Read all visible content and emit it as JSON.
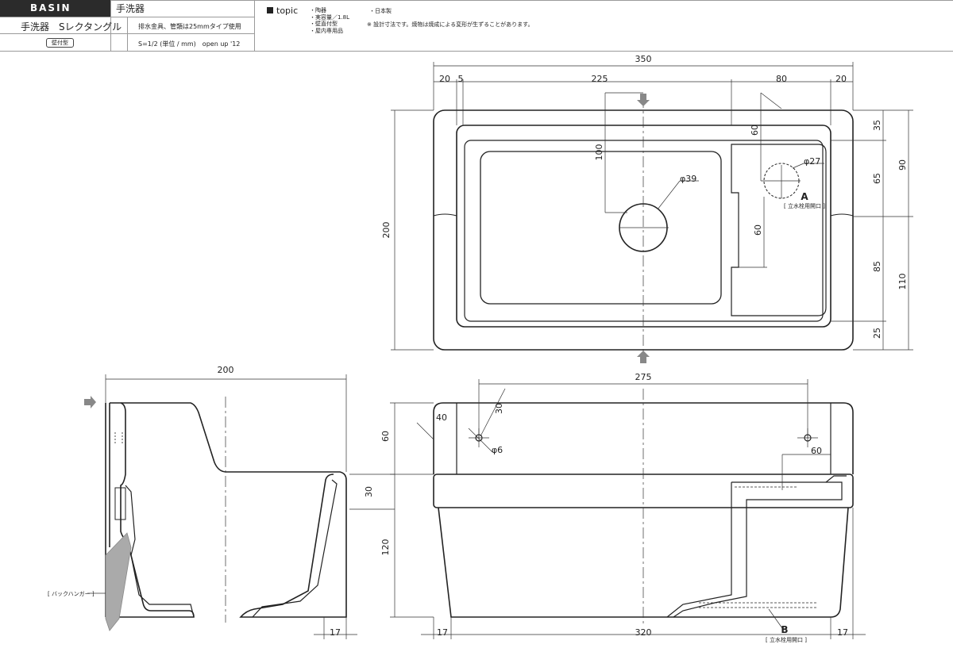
{
  "header": {
    "brand": "BASIN",
    "category": "手洗器",
    "product_name": "手洗器　Sレクタングル",
    "spec_note": "排水金具、管類は25mmタイプ使用",
    "mount_type": "壁付型",
    "scale": "S=1/2 (単位 / mm)　open up '12",
    "topic_label": "topic",
    "topic_items": [
      "・陶器",
      "・実容量／1.8L",
      "・壁直付型",
      "・屋内専用品"
    ],
    "made_in": "・日本製",
    "note": "※ 設計寸法です。焼物は焼成による変形が生ずることがあります。"
  },
  "drawing": {
    "colors": {
      "line": "#222222",
      "dim": "#333333",
      "hatch": "#aaaaaa",
      "arrow": "#888888"
    },
    "top_view": {
      "overall_width": "350",
      "seg_20_left": "20",
      "seg_5": "5",
      "seg_225": "225",
      "seg_80": "80",
      "seg_20_right": "20",
      "overall_depth": "200",
      "d35": "35",
      "d65": "65",
      "d85": "85",
      "d25": "25",
      "d90": "90",
      "d110": "110",
      "v100": "100",
      "v60_upper": "60",
      "v60_lower": "60",
      "drain_dia": "φ39",
      "hole_dia": "φ27",
      "marker_a": "A",
      "marker_a_note": "[ 立水栓用開口 ]"
    },
    "side_view": {
      "overall_depth": "200",
      "back_thickness": "17",
      "hanger_label": "[ バックハンガー ]"
    },
    "front_view": {
      "hole_span": "275",
      "dim_40": "40",
      "dim_30_top": "30",
      "mount_hole_dia": "φ6",
      "dim_60_right": "60",
      "height_60": "60",
      "height_30": "30",
      "height_120": "120",
      "bottom_17_left": "17",
      "bottom_320": "320",
      "bottom_17_right": "17",
      "marker_b": "B",
      "marker_b_note": "[ 立水栓用開口 ]"
    }
  }
}
